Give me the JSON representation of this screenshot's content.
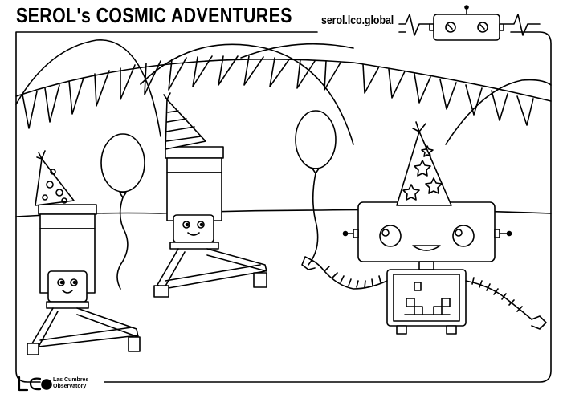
{
  "header": {
    "title": "SEROL's COSMIC ADVENTURES",
    "url": "serol.lco.global"
  },
  "footer": {
    "logo_letters": "LC",
    "org_line1": "Las Cumbres",
    "org_line2": "Observatory"
  },
  "icons": {
    "header_robot": "robot-face-icon",
    "footer_logo": "lco-logo-icon"
  }
}
